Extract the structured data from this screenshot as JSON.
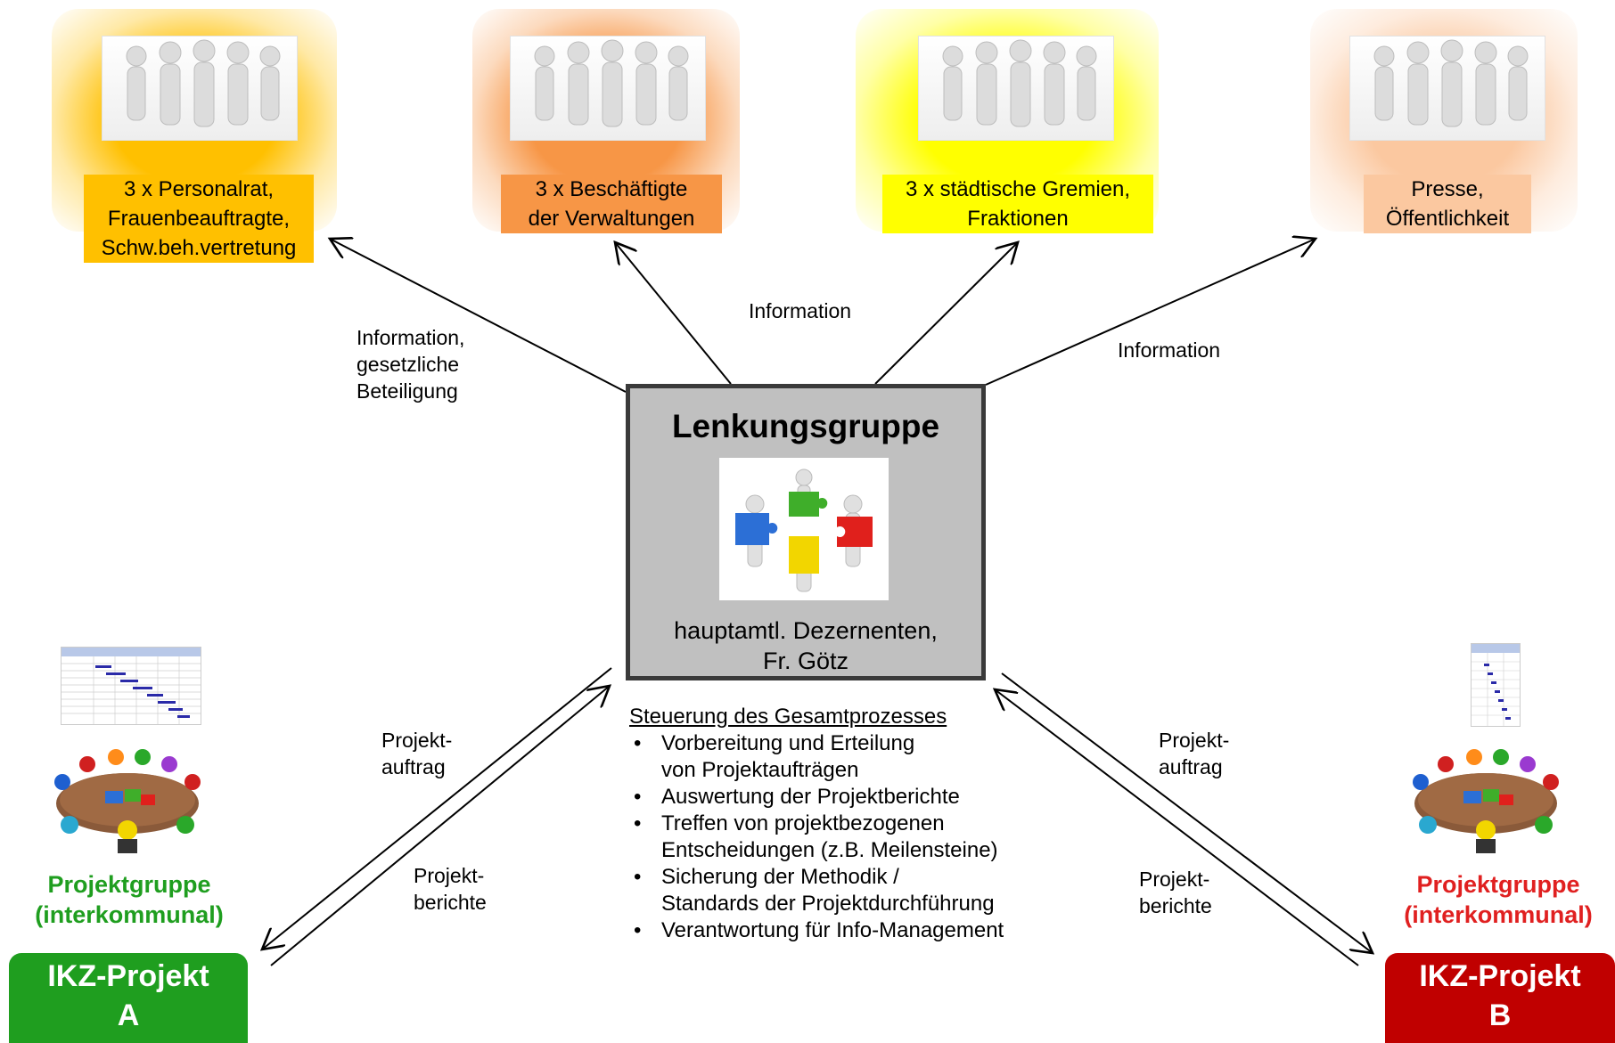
{
  "stakeholders": [
    {
      "lines": [
        "3 x Personalrat,",
        "Frauenbeauftragte,",
        "Schw.beh.vertretung"
      ],
      "color": "#ffc000"
    },
    {
      "lines": [
        "3 x Beschäftigte",
        "der Verwaltungen"
      ],
      "color": "#f79646"
    },
    {
      "lines": [
        "3 x städtische Gremien,",
        "Fraktionen"
      ],
      "color": "#ffff00"
    },
    {
      "lines": [
        "Presse,",
        "Öffentlichkeit"
      ],
      "color": "#fbc8a0"
    }
  ],
  "flow_labels": {
    "left": [
      "Information,",
      "gesetzliche",
      "Beteiligung"
    ],
    "middle": "Information",
    "right": "Information",
    "auftrag_left": [
      "Projekt-",
      "auftrag"
    ],
    "berichte_left": [
      "Projekt-",
      "berichte"
    ],
    "auftrag_right": [
      "Projekt-",
      "auftrag"
    ],
    "berichte_right": [
      "Projekt-",
      "berichte"
    ]
  },
  "center": {
    "title": "Lenkungsgruppe",
    "subtitle": [
      "hauptamtl. Dezernenten,",
      "Fr. Götz"
    ]
  },
  "tasks": {
    "heading": "Steuerung des Gesamtprozesses",
    "items": [
      [
        "Vorbereitung und Erteilung",
        "von Projektaufträgen"
      ],
      [
        "Auswertung der Projektberichte"
      ],
      [
        "Treffen von projektbezogenen",
        "Entscheidungen (z.B. Meilensteine)"
      ],
      [
        "Sicherung der Methodik /",
        "Standards der Projektdurchführung"
      ],
      [
        "Verantwortung für Info-Management"
      ]
    ]
  },
  "project_a": {
    "group": [
      "Projektgruppe",
      "(interkommunal)"
    ],
    "title": [
      "IKZ-Projekt",
      "A"
    ],
    "color": "#1f9e1f"
  },
  "project_b": {
    "group": [
      "Projektgruppe",
      "(interkommunal)"
    ],
    "title": [
      "IKZ-Projekt",
      "B"
    ],
    "color": "#c00000"
  },
  "icons": [
    "people-group-icon",
    "puzzle-team-icon",
    "gantt-chart-icon",
    "meeting-table-icon",
    "arrow-icon"
  ]
}
